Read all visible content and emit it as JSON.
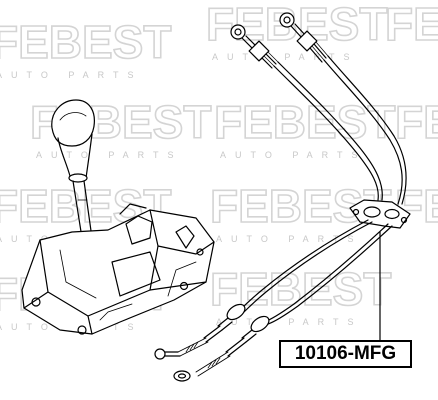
{
  "watermark": {
    "brand": "FEBEST",
    "subtitle": "AUTO PARTS"
  },
  "part": {
    "number": "10106-MFG"
  },
  "illustration": {
    "subject": "gear-shifter-with-cables"
  },
  "colors": {
    "line": "#000000",
    "watermark": "#d4d4d4",
    "background": "#ffffff"
  }
}
